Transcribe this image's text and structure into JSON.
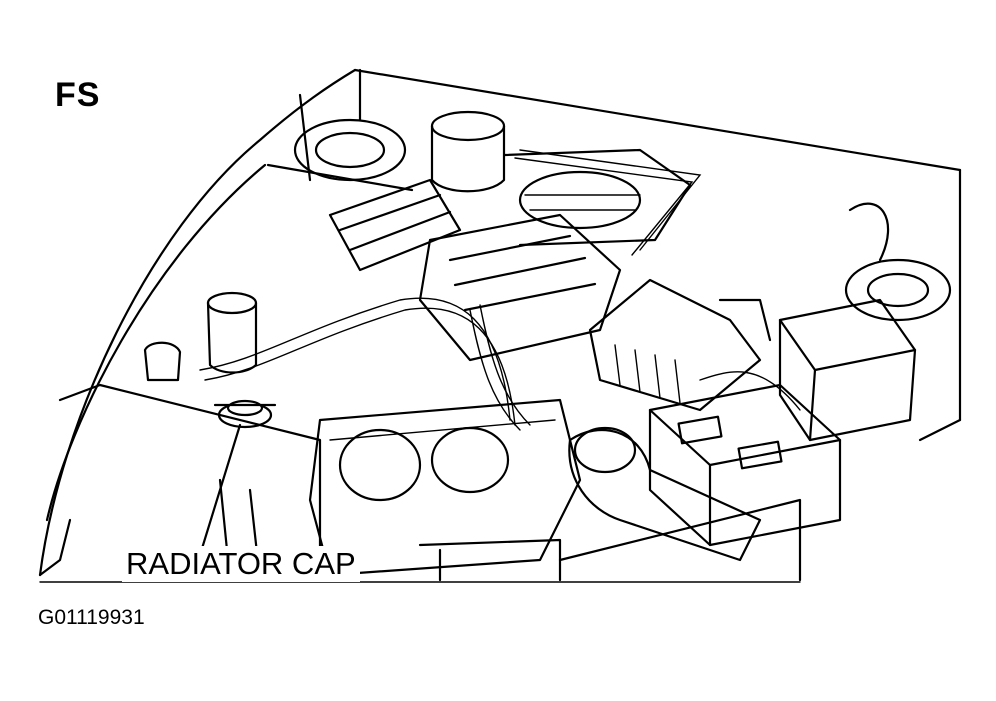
{
  "diagram": {
    "view_code": "FS",
    "callouts": [
      {
        "id": "radiator-cap",
        "text": "RADIATOR CAP"
      }
    ],
    "figure_id": "G01119931"
  }
}
